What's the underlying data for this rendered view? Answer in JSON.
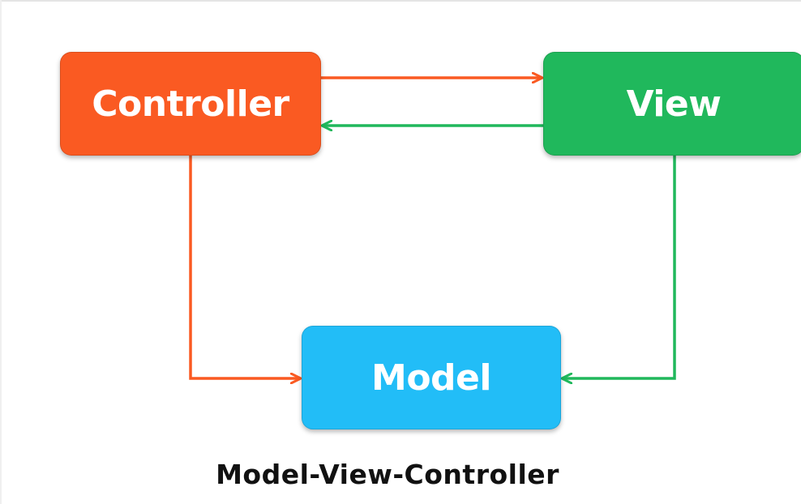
{
  "diagram": {
    "title": "Model-View-Controller",
    "nodes": {
      "controller": {
        "label": "Controller",
        "color": "#fa5a22"
      },
      "view": {
        "label": "View",
        "color": "#20b85c"
      },
      "model": {
        "label": "Model",
        "color": "#22bdf7"
      }
    },
    "edges": [
      {
        "from": "controller",
        "to": "view",
        "color": "#fa5a22"
      },
      {
        "from": "view",
        "to": "controller",
        "color": "#20b85c"
      },
      {
        "from": "controller",
        "to": "model",
        "color": "#fa5a22"
      },
      {
        "from": "view",
        "to": "model",
        "color": "#20b85c"
      }
    ]
  }
}
